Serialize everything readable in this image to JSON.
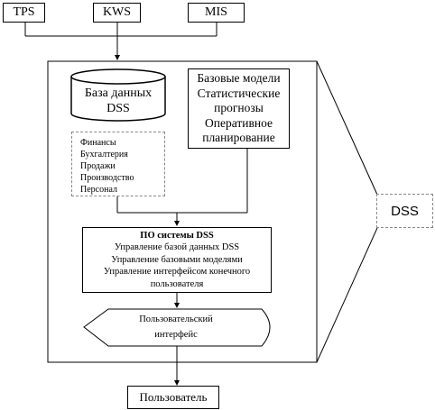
{
  "sources": {
    "tps": "TPS",
    "kws": "KWS",
    "mis": "MIS"
  },
  "database": {
    "line1": "База данных",
    "line2": "DSS"
  },
  "models": {
    "line1": "Базовые модели",
    "line2": "Статистические",
    "line3": "прогнозы",
    "line4": "Оперативное",
    "line5": "планирование"
  },
  "data_categories": [
    "Финансы",
    "Бухгалтерия",
    "Продажи",
    "Производство",
    "Персонал"
  ],
  "software": {
    "title": "ПО системы DSS",
    "line1": "Управление базой данных DSS",
    "line2": "Управление базовыми моделями",
    "line3": "Управление интерфейсом конечного",
    "line4": "пользователя"
  },
  "interface": {
    "line1": "Пользовательский",
    "line2": "интерфейс"
  },
  "dss_label": "DSS",
  "user": "Пользователь"
}
